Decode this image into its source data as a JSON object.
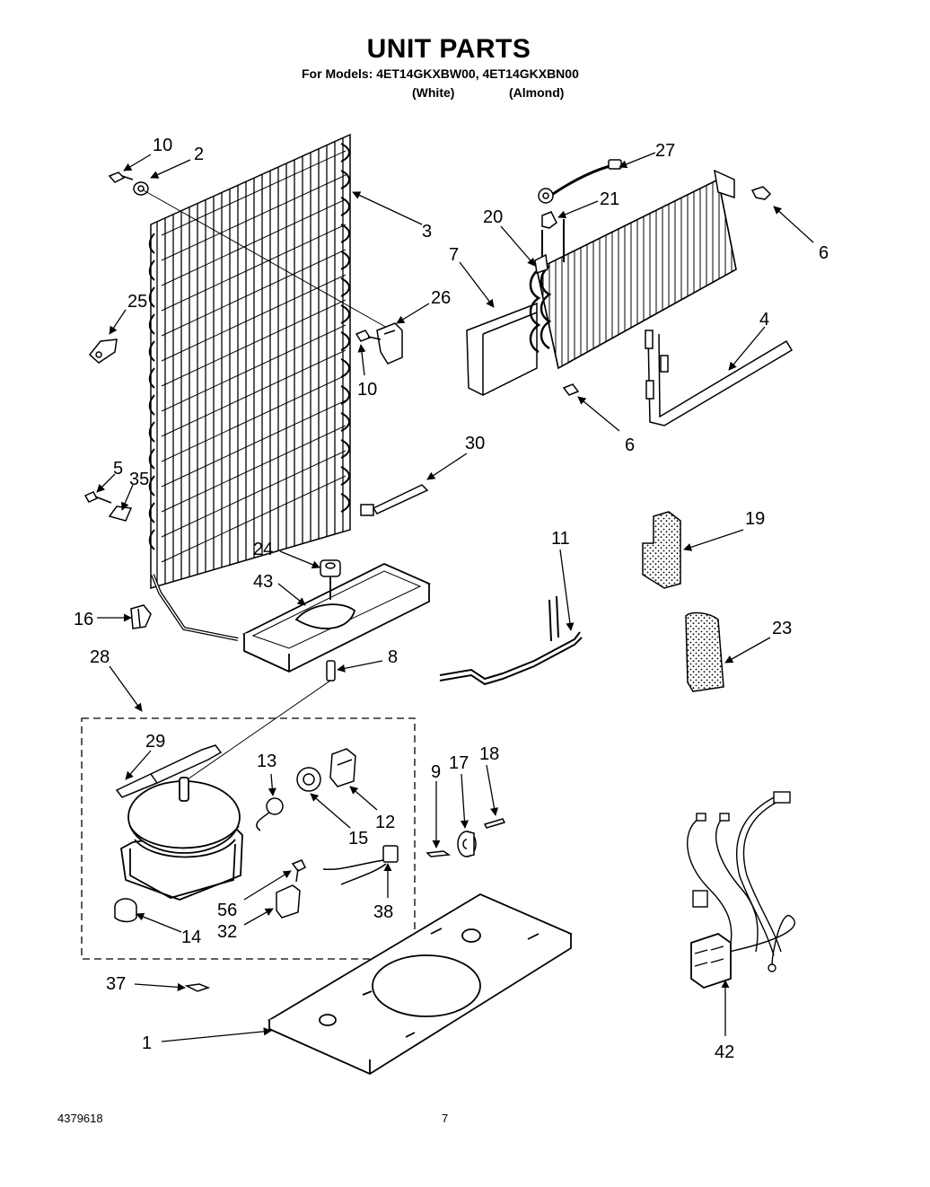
{
  "header": {
    "title": "UNIT PARTS",
    "models_line": "For Models: 4ET14GKXBW00, 4ET14GKXBN00",
    "color_white": "(White)",
    "color_almond": "(Almond)"
  },
  "footer": {
    "part_number": "4379618",
    "page_number": "7"
  },
  "callouts": {
    "c1": "1",
    "c2": "2",
    "c3": "3",
    "c4": "4",
    "c5": "5",
    "c6a": "6",
    "c6b": "6",
    "c7": "7",
    "c8": "8",
    "c9": "9",
    "c10a": "10",
    "c10b": "10",
    "c11": "11",
    "c12": "12",
    "c13": "13",
    "c14": "14",
    "c15": "15",
    "c16": "16",
    "c17": "17",
    "c18": "18",
    "c19": "19",
    "c20": "20",
    "c21": "21",
    "c23": "23",
    "c24": "24",
    "c25": "25",
    "c26": "26",
    "c27": "27",
    "c28": "28",
    "c29": "29",
    "c30": "30",
    "c32": "32",
    "c35": "35",
    "c37": "37",
    "c38": "38",
    "c42": "42",
    "c43": "43",
    "c56": "56"
  }
}
